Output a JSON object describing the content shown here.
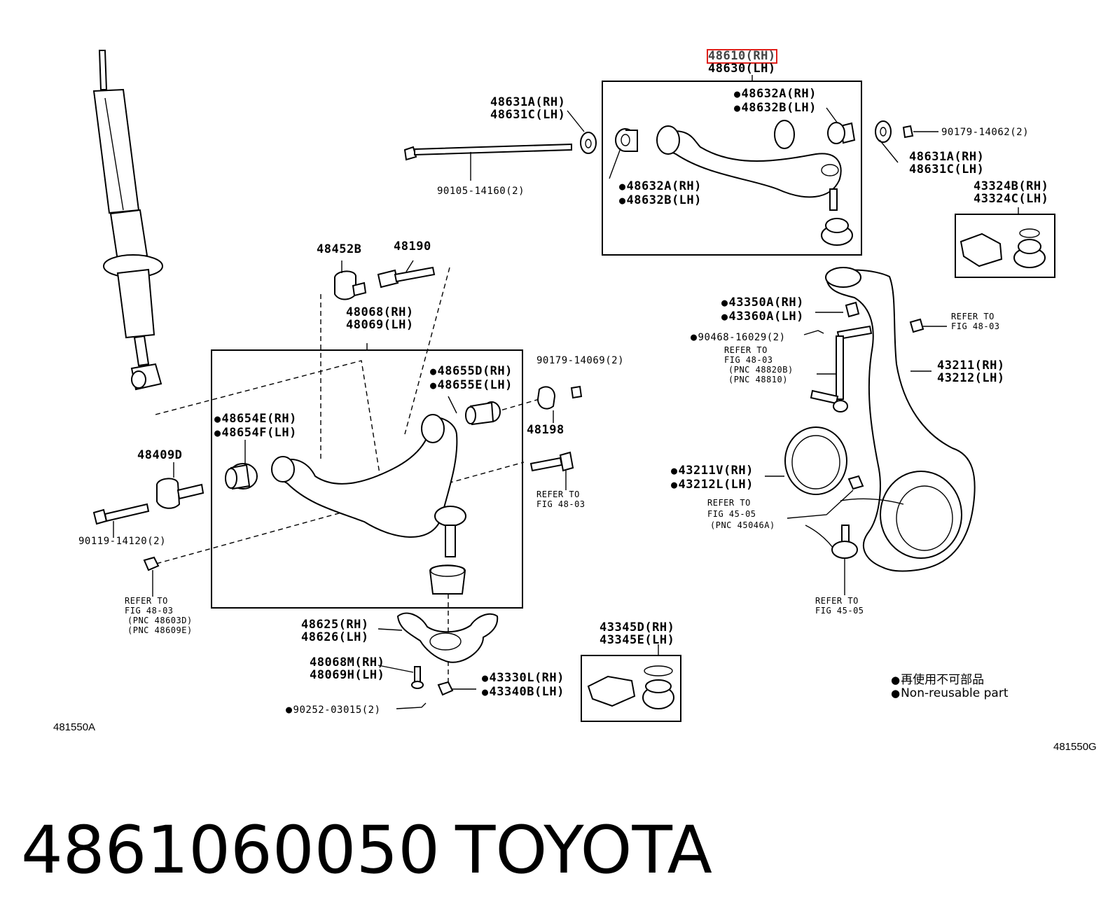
{
  "labels": {
    "part_48610": "48610(RH)",
    "part_48630": "48630(LH)",
    "part_48631a_top": "48631A(RH)",
    "part_48631c_top": "48631C(LH)",
    "part_48632a_top": "48632A(RH)",
    "part_48632b_top": "48632B(LH)",
    "part_90179_14062": "90179-14062(2)",
    "part_48631a_right": "48631A(RH)",
    "part_48631c_right": "48631C(LH)",
    "part_48632a_mid": "48632A(RH)",
    "part_48632b_mid": "48632B(LH)",
    "part_90105": "90105-14160(2)",
    "part_43324b": "43324B(RH)",
    "part_43324c": "43324C(LH)",
    "part_48452b": "48452B",
    "part_48190": "48190",
    "part_48068": "48068(RH)",
    "part_48069": "48069(LH)",
    "part_48655d": "48655D(RH)",
    "part_48655e": "48655E(LH)",
    "part_90179_14069": "90179-14069(2)",
    "part_48198": "48198",
    "part_48654e": "48654E(RH)",
    "part_48654f": "48654F(LH)",
    "part_48409d": "48409D",
    "part_90119": "90119-14120(2)",
    "refer_4803_a_1": "REFER TO",
    "refer_4803_a_2": "FIG 48-03",
    "refer_4803_b_1": "REFER TO",
    "refer_4803_b_2": "FIG 48-03",
    "refer_4803_b_3": "(PNC 48603D)",
    "refer_4803_b_4": "(PNC 48609E)",
    "part_48625": "48625(RH)",
    "part_48626": "48626(LH)",
    "part_48068m": "48068M(RH)",
    "part_48069h": "48069H(LH)",
    "part_90252": "90252-03015(2)",
    "part_43330l": "43330L(RH)",
    "part_43340b": "43340B(LH)",
    "part_43345d": "43345D(RH)",
    "part_43345e": "43345E(LH)",
    "part_43350a": "43350A(RH)",
    "part_43360a": "43360A(LH)",
    "part_90468": "90468-16029(2)",
    "refer_4803_c_1": "REFER TO",
    "refer_4803_c_2": "FIG 48-03",
    "refer_4803_c_3": "(PNC 48820B)",
    "refer_4803_c_4": "(PNC 48810)",
    "refer_4803_d_1": "REFER TO",
    "refer_4803_d_2": "FIG 48-03",
    "part_43211": "43211(RH)",
    "part_43212": "43212(LH)",
    "part_43211v": "43211V(RH)",
    "part_43212l": "43212L(LH)",
    "refer_4505_a_1": "REFER TO",
    "refer_4505_a_2": "FIG 45-05",
    "refer_4505_a_3": "(PNC 45046A)",
    "refer_4505_b_1": "REFER TO",
    "refer_4505_b_2": "FIG 45-05"
  },
  "legend": {
    "line1": "再使用不可部品",
    "line2": "Non-reusable part"
  },
  "codes": {
    "left": "481550A",
    "right": "481550G"
  },
  "caption": {
    "part_number": "4861060050",
    "brand": "TOYOTA"
  },
  "colors": {
    "highlight": "#e0201a",
    "ink": "#000000"
  }
}
